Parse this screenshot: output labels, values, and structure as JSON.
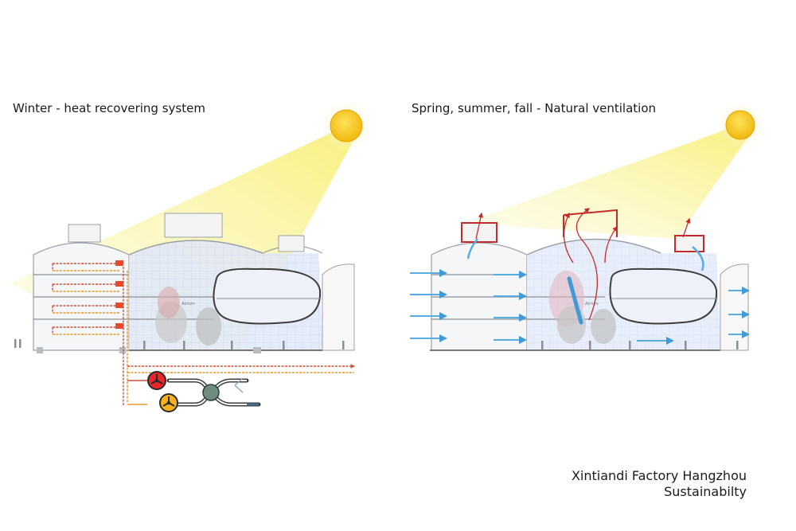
{
  "captions": {
    "winter": "Winter - heat recovering system",
    "natural": "Spring, summer, fall - Natural ventilation"
  },
  "footer": {
    "line1": "Xintiandi Factory Hangzhou",
    "line2": "Sustainabilty"
  },
  "labels": {
    "atrium": "Atrium"
  },
  "colors": {
    "sun": "#f7c81e",
    "sun_glow": "#fdf3b8",
    "sunbeam": "#fbf5a0",
    "heat_duct": "#c8543a",
    "supply_duct": "#e39a2e",
    "airflow": "#56aee0",
    "exhaust": "#c42b2b",
    "glass": "#dde6f6",
    "structure": "#9aa0a6"
  },
  "icons": [
    "sun-icon",
    "fan-icon",
    "heat-exchanger-icon"
  ]
}
